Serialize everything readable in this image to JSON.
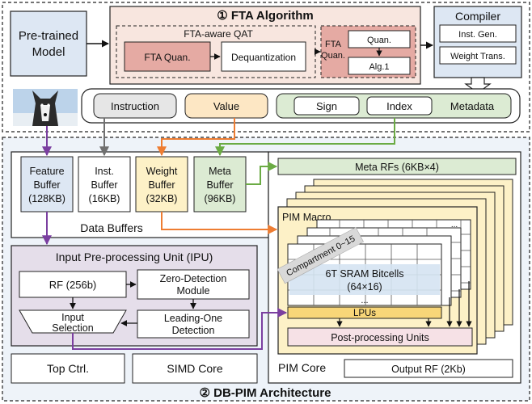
{
  "top": {
    "fta_algorithm_title": "① FTA Algorithm",
    "pretrained_model_line1": "Pre-trained",
    "pretrained_model_line2": "Model",
    "qat_title": "FTA-aware QAT",
    "fta_quan": "FTA Quan.",
    "dequantization": "Dequantization",
    "fta_quan_small_line1": "FTA",
    "fta_quan_small_line2": "Quan.",
    "quan": "Quan.",
    "alg1": "Alg.1",
    "compiler_title": "Compiler",
    "inst_gen": "Inst. Gen.",
    "weight_trans": "Weight Trans.",
    "instruction": "Instruction",
    "value": "Value",
    "sign": "Sign",
    "index": "Index",
    "metadata": "Metadata"
  },
  "arch": {
    "title": "② DB-PIM Architecture",
    "buffers": [
      {
        "line1": "Feature",
        "line2": "Buffer",
        "line3": "(128KB)"
      },
      {
        "line1": "Inst.",
        "line2": "Buffer",
        "line3": "(16KB)"
      },
      {
        "line1": "Weight",
        "line2": "Buffer",
        "line3": "(32KB)"
      },
      {
        "line1": "Meta",
        "line2": "Buffer",
        "line3": "(96KB)"
      }
    ],
    "data_buffers": "Data Buffers",
    "ipu_title": "Input Pre-processing Unit (IPU)",
    "rf": "RF (256b)",
    "zero_detection_line1": "Zero-Detection",
    "zero_detection_line2": "Module",
    "input_selection_line1": "Input",
    "input_selection_line2": "Selection",
    "leading_one_line1": "Leading-One",
    "leading_one_line2": "Detection",
    "top_ctrl": "Top Ctrl.",
    "simd_core": "SIMD Core",
    "meta_rfs": "Meta RFs (6KB×4)",
    "pim_macro": "PIM Macro",
    "compartment": "Compartment 0~15",
    "sram_line1": "6T SRAM Bitcells",
    "sram_line2": "(64×16)",
    "dots": "...",
    "lpus": "LPUs",
    "post_processing": "Post-processing Units",
    "pim_core": "PIM Core",
    "output_rf": "Output RF (2Kb)"
  },
  "colors": {
    "fta_fill": "#f8e6df",
    "quan_pink": "#e5aaa3",
    "compiler_fill": "#dde7f3",
    "instruction_fill": "#e6e6e6",
    "value_fill": "#fde7c4",
    "meta_fill": "#dcebd3",
    "weight_fill": "#fdf1c7",
    "ipu_fill": "#e5deea",
    "lpu_fill": "#f8d678",
    "post_fill": "#f6e1e6",
    "arch_fill": "#eef3f9",
    "purple": "#7b3fa0",
    "orange": "#ee7d32",
    "green": "#6bab44",
    "gray_arrow": "#707070"
  }
}
